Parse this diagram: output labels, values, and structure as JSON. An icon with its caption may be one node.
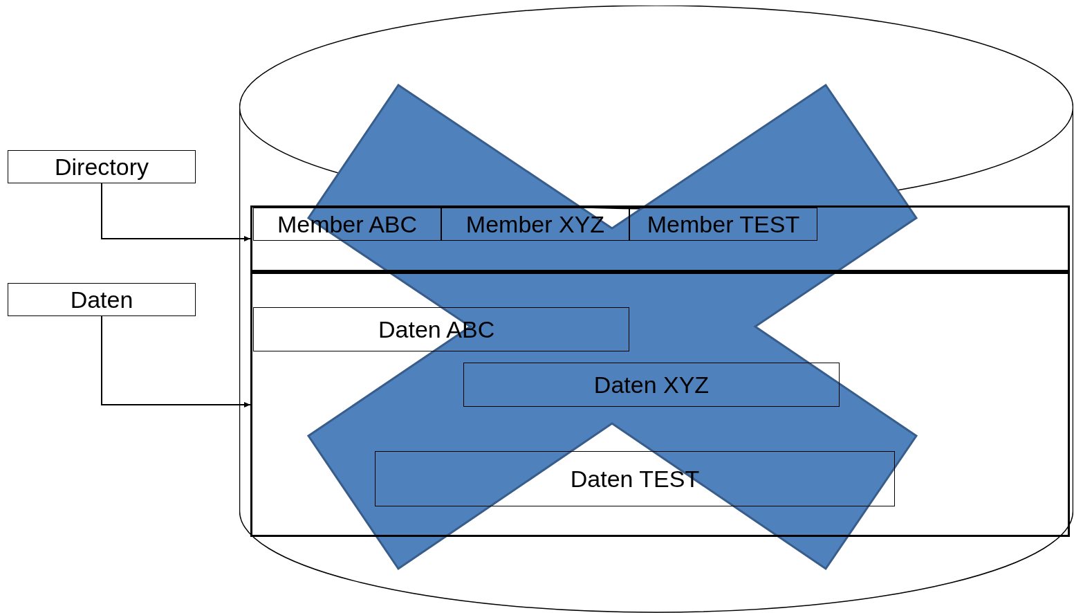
{
  "diagram": {
    "nodes": [
      {
        "text": [
          "Directory"
        ]
      },
      {
        "text": [
          "Daten"
        ]
      },
      {
        "text": [],
        "shape": "cylinder"
      },
      {
        "text": [],
        "shape": "box",
        "in": 2
      },
      {
        "text": [
          "Member ABC"
        ],
        "in": 3
      },
      {
        "text": [
          "Member XYZ"
        ],
        "in": 3
      },
      {
        "text": [
          "Member TEST"
        ],
        "in": 3
      },
      {
        "text": [],
        "shape": "box",
        "in": 2
      },
      {
        "text": [
          "Daten ABC"
        ],
        "in": 7
      },
      {
        "text": [
          "Daten XYZ"
        ],
        "in": 7
      },
      {
        "text": [
          "Daten TEST"
        ],
        "in": 7
      }
    ],
    "edges": [
      {
        "from": 0,
        "to": 3,
        "arrow": "to"
      },
      {
        "from": 1,
        "to": 7,
        "arrow": "to"
      }
    ]
  }
}
